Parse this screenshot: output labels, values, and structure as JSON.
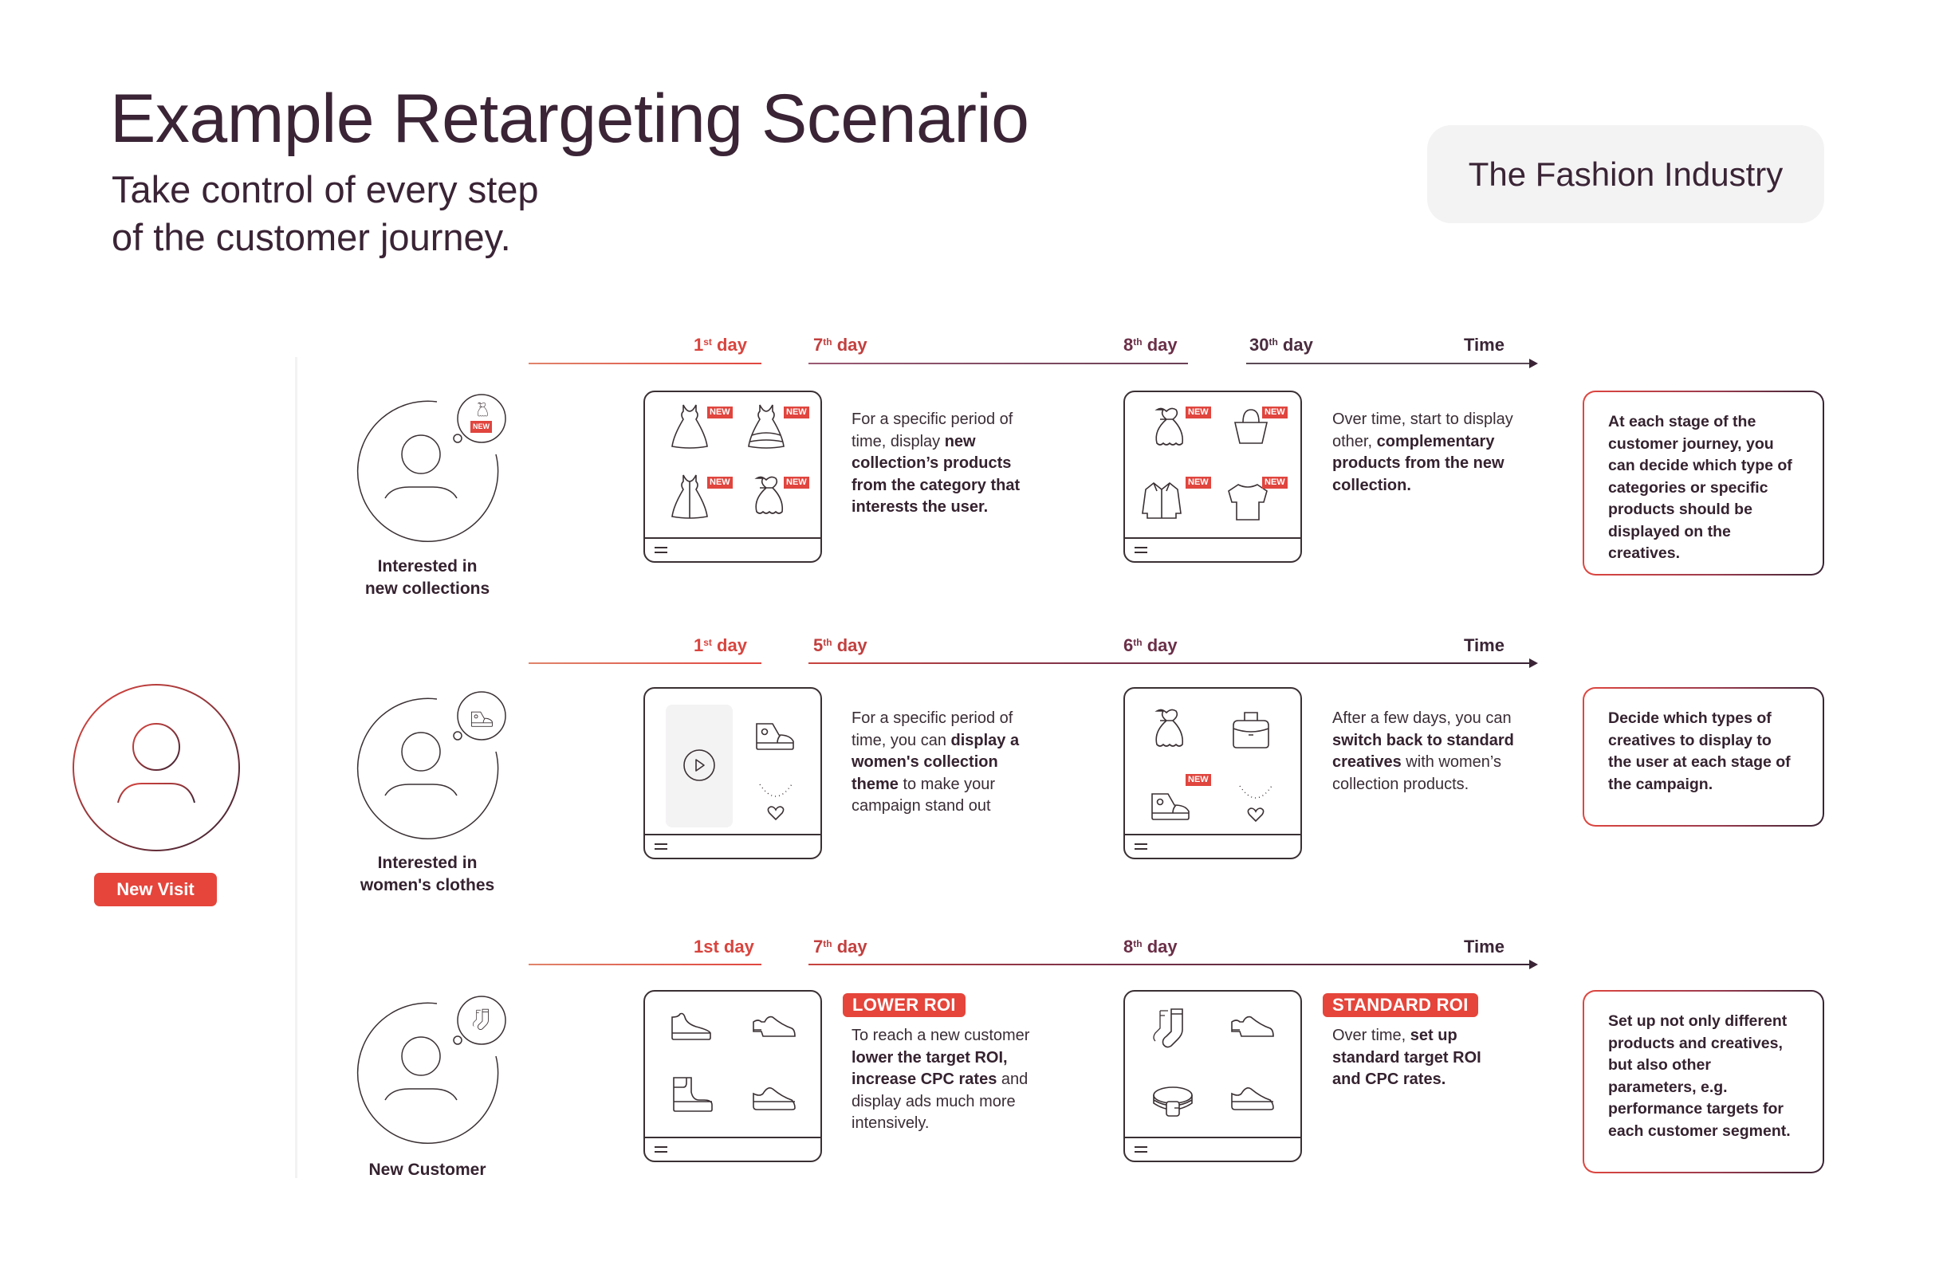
{
  "header": {
    "title": "Example Retargeting Scenario",
    "subtitle_lines": [
      "Take control of every step",
      "of the customer journey."
    ],
    "industry_badge": "The Fashion Industry"
  },
  "entry": {
    "button_label": "New Visit",
    "icon": "user-icon"
  },
  "colors": {
    "accent_red": "#e5453b",
    "plum": "#3a2435",
    "badge_bg": "#f4f3f4"
  },
  "rows": [
    {
      "persona": {
        "label_lines": [
          "Interested in",
          "new collections"
        ],
        "thought_icon": "dress-new-icon",
        "thought_tag": "NEW"
      },
      "timeline": {
        "labels": [
          {
            "num": "1",
            "sup": "st",
            "text": " day"
          },
          {
            "num": "7",
            "sup": "th",
            "text": " day"
          },
          {
            "num": "8",
            "sup": "th",
            "text": " day"
          },
          {
            "num": "30",
            "sup": "th",
            "text": " day"
          }
        ],
        "end_label": "Time"
      },
      "creative_1": {
        "items": [
          "dress-icon",
          "tiered-dress-icon",
          "split-dress-icon",
          "sweetheart-dress-icon"
        ],
        "tags": [
          "NEW",
          "NEW",
          "NEW",
          "NEW"
        ]
      },
      "desc_1": [
        {
          "t": "For a specific period of time, display ",
          "b": false
        },
        {
          "t": "new collection’s products from the category that interests the user.",
          "b": true
        }
      ],
      "creative_2": {
        "items": [
          "sweetheart-dress-icon",
          "tote-bag-icon",
          "jacket-icon",
          "tshirt-icon"
        ],
        "tags": [
          "NEW",
          "NEW",
          "NEW",
          "NEW"
        ]
      },
      "desc_2": [
        {
          "t": "Over time, start to display other, ",
          "b": false
        },
        {
          "t": "complementary products from the new collection.",
          "b": true
        }
      ],
      "note": "At each stage of the customer journey, you can decide which type of categories or specific products should be displayed on the creatives."
    },
    {
      "persona": {
        "label_lines": [
          "Interested in",
          "women's clothes"
        ],
        "thought_icon": "sneaker-icon"
      },
      "timeline": {
        "labels": [
          {
            "num": "1",
            "sup": "st",
            "text": " day"
          },
          {
            "num": "5",
            "sup": "th",
            "text": " day"
          },
          {
            "num": "6",
            "sup": "th",
            "text": " day"
          }
        ],
        "end_label": "Time"
      },
      "creative_1": {
        "items": [
          "video-play-icon",
          "sneaker-icon",
          "heart-necklace-icon"
        ]
      },
      "desc_1": [
        {
          "t": "For a specific period of time, you can ",
          "b": false
        },
        {
          "t": "display a women's collection theme",
          "b": true
        },
        {
          "t": " to make your campaign stand out",
          "b": false
        }
      ],
      "creative_2": {
        "items": [
          "sweetheart-dress-icon",
          "handbag-icon",
          "sneaker-icon",
          "heart-necklace-icon"
        ],
        "tags": [
          "NEW"
        ]
      },
      "desc_2": [
        {
          "t": "After a few days, you can ",
          "b": false
        },
        {
          "t": "switch back to standard creatives",
          "b": true
        },
        {
          "t": " with women’s collection products.",
          "b": false
        }
      ],
      "note": "Decide which types of creatives to display to the user at each stage of the campaign."
    },
    {
      "persona": {
        "label_lines": [
          "New Customer"
        ],
        "thought_icon": "socks-icon"
      },
      "timeline": {
        "labels": [
          {
            "num": "1st day",
            "sup": "",
            "text": ""
          },
          {
            "num": "7",
            "sup": "th",
            "text": " day"
          },
          {
            "num": "8",
            "sup": "th",
            "text": " day"
          }
        ],
        "end_label": "Time"
      },
      "creative_1": {
        "items": [
          "sneaker-low-icon",
          "oxford-shoe-icon",
          "ankle-boot-icon",
          "loafer-icon"
        ]
      },
      "roi_1": "LOWER ROI",
      "desc_1": [
        {
          "t": "To reach a new customer ",
          "b": false
        },
        {
          "t": "lower the target ROI, increase CPC rates",
          "b": true
        },
        {
          "t": " and display ads much more intensively.",
          "b": false
        }
      ],
      "creative_2": {
        "items": [
          "socks-icon",
          "oxford-shoe-icon",
          "belt-icon",
          "loafer-icon"
        ]
      },
      "roi_2": "STANDARD ROI",
      "desc_2": [
        {
          "t": "Over time, ",
          "b": false
        },
        {
          "t": "set up standard target ROI and CPC rates.",
          "b": true
        }
      ],
      "note": "Set up not only different products and creatives, but also other parameters, e.g. performance targets for each customer segment."
    }
  ]
}
